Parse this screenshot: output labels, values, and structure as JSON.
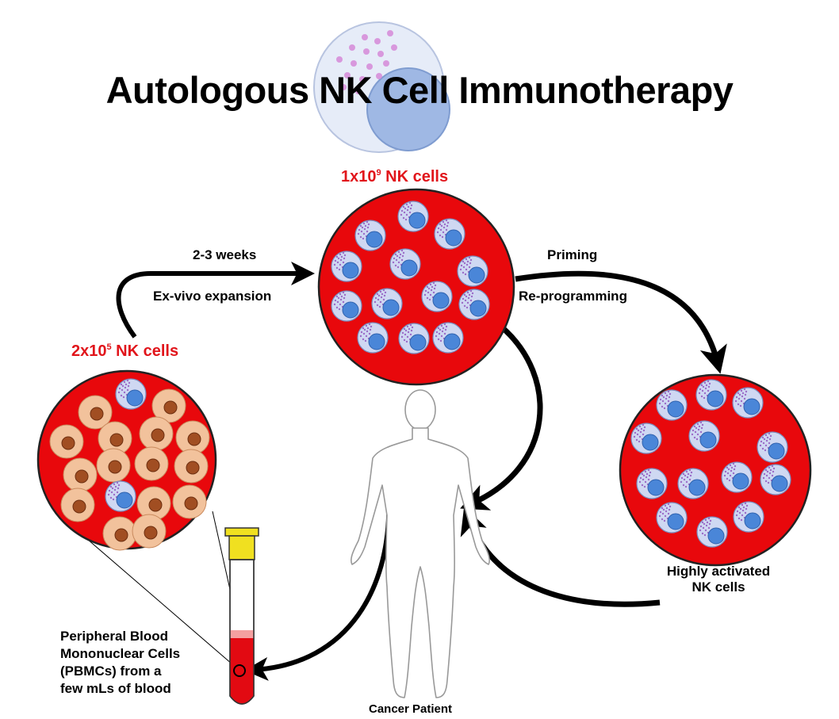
{
  "title": "Autologous NK Cell Immunotherapy",
  "nk_count_expanded": {
    "base": "1x10",
    "exponent": "9",
    "suffix": " NK cells"
  },
  "nk_count_initial": {
    "base": "2x10",
    "exponent": "5",
    "suffix": " NK cells"
  },
  "expansion": {
    "duration": "2-3 weeks",
    "label": "Ex-vivo expansion"
  },
  "activation": {
    "priming": "Priming",
    "reprogramming": "Re-programming"
  },
  "activated_label_line1": "Highly activated",
  "activated_label_line2": "NK cells",
  "pbmc_lines": [
    "Peripheral Blood",
    "Mononuclear Cells",
    "(PBMCs) from a",
    "few mLs of blood"
  ],
  "patient_label": "Cancer Patient",
  "colors": {
    "dish_red": "#e8080c",
    "nk_cell_body": "#cfd8f2",
    "nk_nucleus": "#4a86d8",
    "granule": "#9b6cc7",
    "pbmc_body": "#f2c29c",
    "pbmc_nucleus": "#a14e22",
    "tube_cap": "#f0e020",
    "title_text": "#000000",
    "highlight_text": "#e1151b"
  }
}
